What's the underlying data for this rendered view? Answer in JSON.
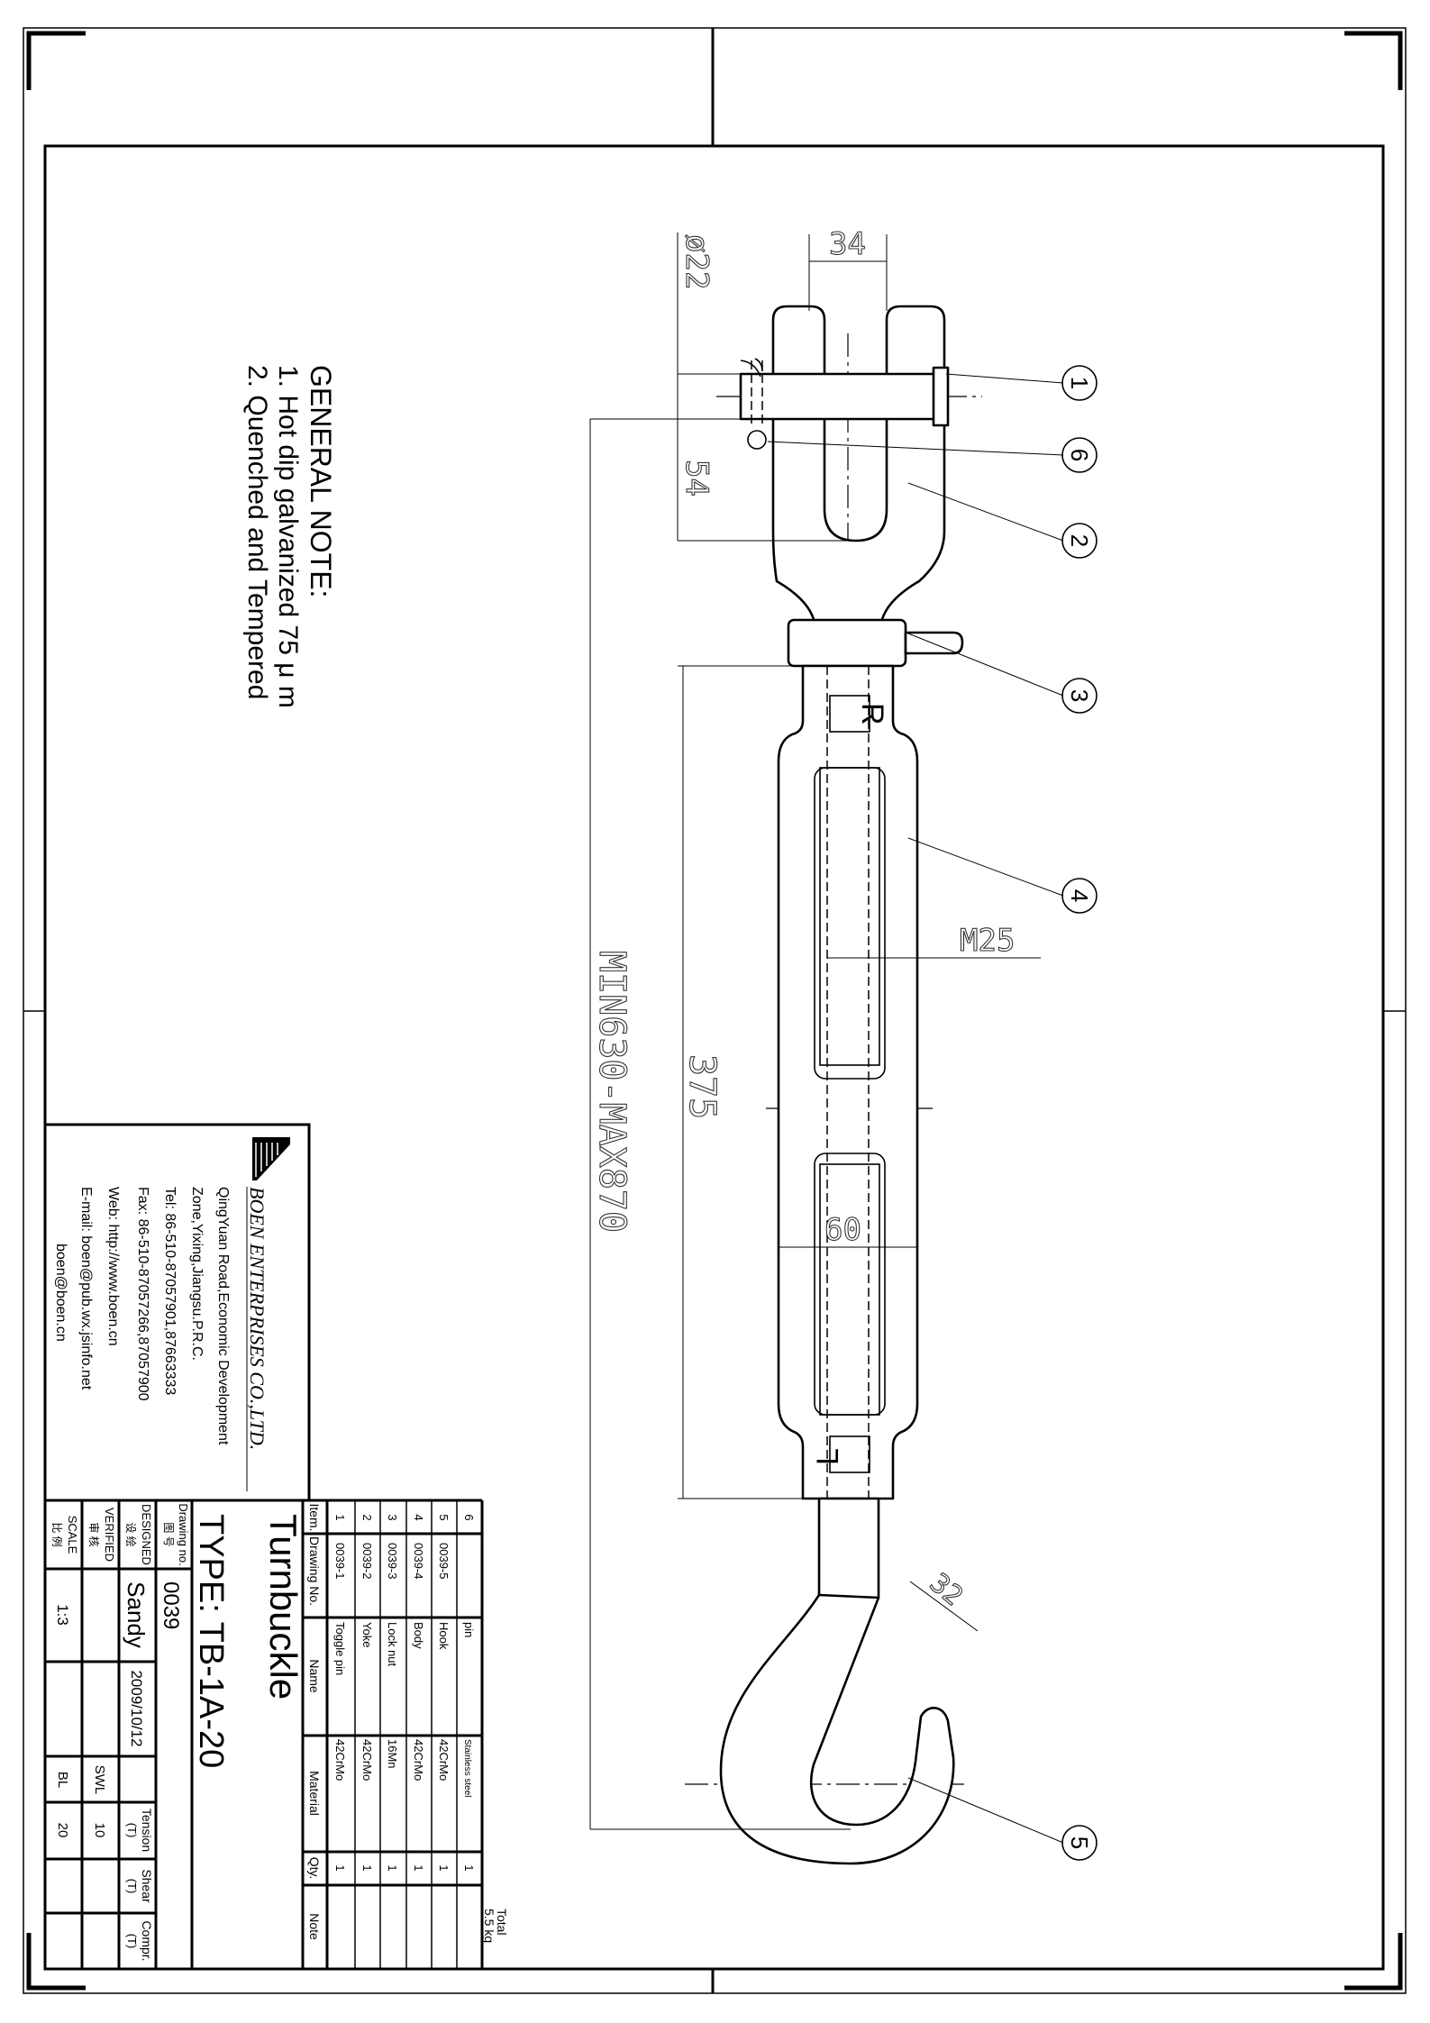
{
  "notes": {
    "title": "GENERAL NOTE:",
    "items": [
      "1. Hot dip galvanized   75 μ m",
      "2. Quenched and Tempered"
    ]
  },
  "dimensions": {
    "jaw_width": "34",
    "pin_diameter": "ø22",
    "pin_to_yoke": "54",
    "overall_length": "MIN630-MAX870",
    "body_length": "375",
    "thread": "M25",
    "body_width": "60",
    "hook_throat": "32"
  },
  "markings": {
    "right": "R",
    "left": "L"
  },
  "balloons": {
    "pin": "1",
    "cotter": "6",
    "yoke": "2",
    "lock_nut": "3",
    "body": "4",
    "hook": "5"
  },
  "company": {
    "name": "BOEN ENTERPRISES CO.,LTD.",
    "address1": "QingYuan  Road,Economic  Development",
    "address2": "Zone,Yixing,Jiangsu.P.R.C.",
    "tel": "Tel:  86-510-87057901,87663333",
    "fax": "Fax:  86-510-87057266,87057900",
    "web": "Web:  http://www.boen.cn",
    "email": "E-mail:  boen@pub.wx.jsinfo.net",
    "email2": "boen@boen.cn"
  },
  "title_block": {
    "product": "Turnbuckle",
    "type": "TYPE:  TB-1A-20",
    "drawing_no_label": "Drawing no.",
    "drawing_no_label_cn": "图 号",
    "drawing_no": "0039",
    "designed_label": "DESIGNED",
    "designed_label_cn": "设 绘",
    "designer": "Sandy",
    "date": "2009/10/12",
    "verified_label": "VERIFIED",
    "verified_label_cn": "审 核",
    "scale_label": "SCALE",
    "scale_label_cn": "比 例",
    "scale": "1:3",
    "tension_label": "Tension",
    "shear_label": "Shear",
    "compr_label": "Compr.",
    "unit": "(T)",
    "swl_label": "SWL",
    "swl_tension": "10",
    "bl_label": "BL",
    "bl_tension": "20"
  },
  "parts": {
    "headers": {
      "item": "Item.",
      "drawing_no": "Drawing  No.",
      "name": "Name",
      "material": "Material",
      "qty": "Qty.",
      "note": "Note"
    },
    "rows": [
      {
        "item": "1",
        "drawing_no": "0039-1",
        "name": "Toggle  pin",
        "material": "42CrMo",
        "qty": "1"
      },
      {
        "item": "2",
        "drawing_no": "0039-2",
        "name": "Yoke",
        "material": "42CrMo",
        "qty": "1"
      },
      {
        "item": "3",
        "drawing_no": "0039-3",
        "name": "Lock  nut",
        "material": "16Mn",
        "qty": "1"
      },
      {
        "item": "4",
        "drawing_no": "0039-4",
        "name": "Body",
        "material": "42CrMo",
        "qty": "1"
      },
      {
        "item": "5",
        "drawing_no": "0039-5",
        "name": "Hook",
        "material": "42CrMo",
        "qty": "1"
      },
      {
        "item": "6",
        "drawing_no": "",
        "name": "pin",
        "material": "Stainless steel",
        "qty": "1"
      }
    ]
  },
  "total": {
    "label": "Total",
    "weight": "5.5  kg"
  }
}
